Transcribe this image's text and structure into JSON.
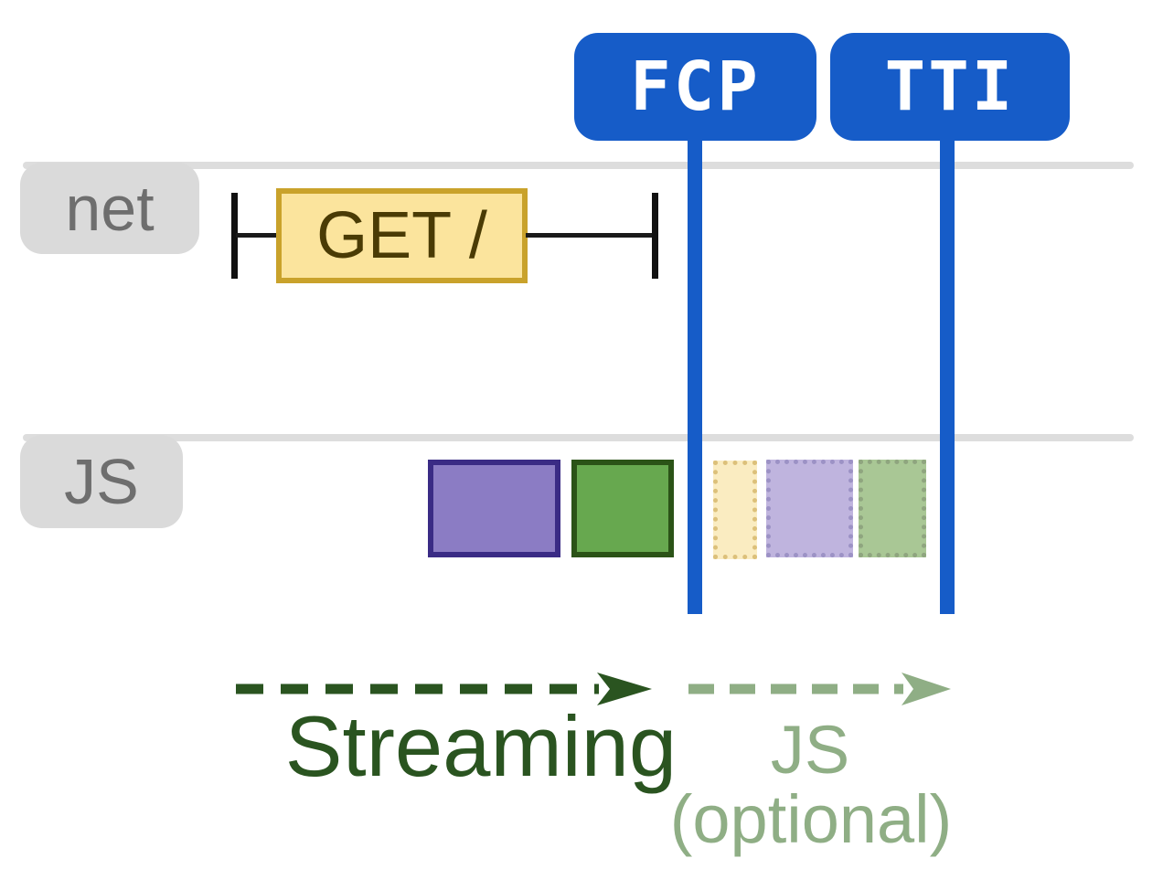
{
  "diagram": {
    "markers": [
      {
        "id": "fcp",
        "label": "FCP"
      },
      {
        "id": "tti",
        "label": "TTI"
      }
    ],
    "lanes": [
      {
        "id": "net",
        "label": "net"
      },
      {
        "id": "js",
        "label": "JS"
      }
    ],
    "network_request": {
      "label": "GET /"
    },
    "js_tasks": [
      {
        "name": "task-purple",
        "fill": "#8b7cc4",
        "border": "#3a2b85",
        "phase": "before-fcp"
      },
      {
        "name": "task-green",
        "fill": "#67a84f",
        "border": "#2b5317",
        "phase": "before-fcp"
      },
      {
        "name": "task-yellow-faded",
        "fill": "#faecc1",
        "border": "#dcc07a",
        "phase": "after-fcp"
      },
      {
        "name": "task-purple-faded",
        "fill": "#bfb4de",
        "border": "#9c92c5",
        "phase": "after-fcp"
      },
      {
        "name": "task-green-faded",
        "fill": "#a9c795",
        "border": "#8fa57f",
        "phase": "after-fcp"
      }
    ],
    "phases": [
      {
        "label": "Streaming",
        "color": "#2a5420"
      },
      {
        "label": "JS",
        "sublabel": "(optional)",
        "color": "#8fae85"
      }
    ],
    "colors": {
      "marker_blue": "#165cc8",
      "lane_gray": "#dddddd",
      "tab_gray": "#dadada",
      "lane_label_gray": "#6e6e6e",
      "request_fill": "#fbe49d",
      "request_border": "#c9a22b"
    }
  }
}
